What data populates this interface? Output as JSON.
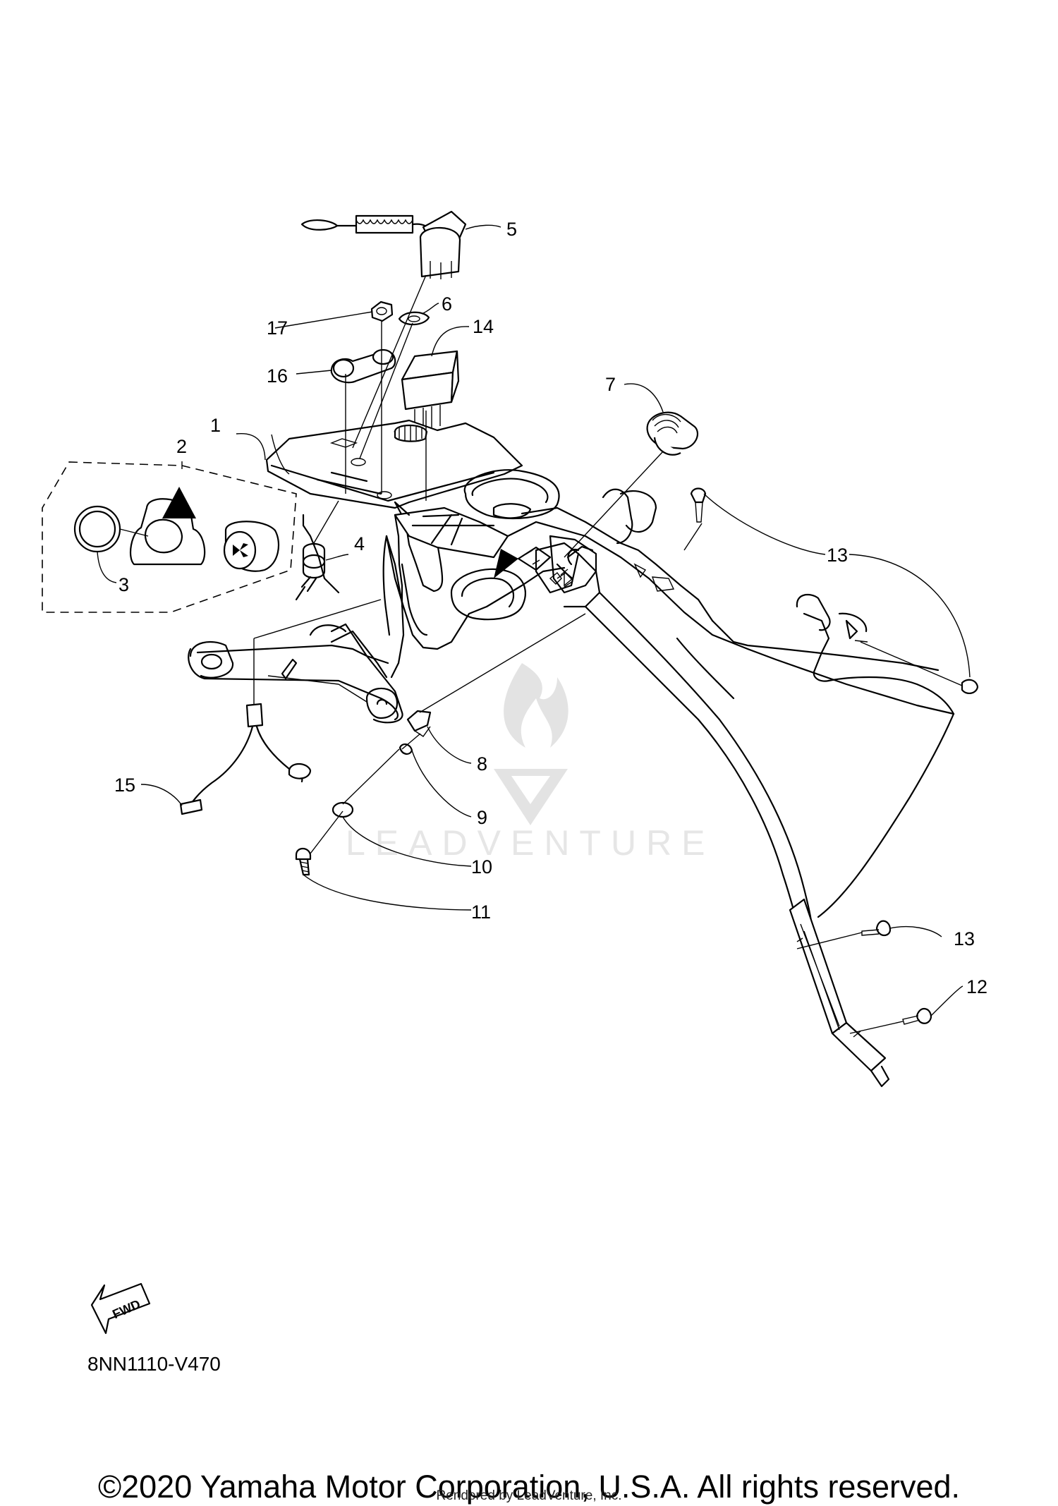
{
  "callouts": [
    {
      "id": "1",
      "label": "1"
    },
    {
      "id": "2",
      "label": "2"
    },
    {
      "id": "3",
      "label": "3"
    },
    {
      "id": "4",
      "label": "4"
    },
    {
      "id": "5",
      "label": "5"
    },
    {
      "id": "6",
      "label": "6"
    },
    {
      "id": "7",
      "label": "7"
    },
    {
      "id": "8",
      "label": "8"
    },
    {
      "id": "9",
      "label": "9"
    },
    {
      "id": "10",
      "label": "10"
    },
    {
      "id": "11",
      "label": "11"
    },
    {
      "id": "12",
      "label": "12"
    },
    {
      "id": "13a",
      "label": "13"
    },
    {
      "id": "13b",
      "label": "13"
    },
    {
      "id": "14",
      "label": "14"
    },
    {
      "id": "15",
      "label": "15"
    },
    {
      "id": "16",
      "label": "16"
    },
    {
      "id": "17",
      "label": "17"
    }
  ],
  "fwd_label": "FWD",
  "watermark": "LEADVENTURE",
  "diagram_code": "8NN1110-V470",
  "copyright": "©2020 Yamaha Motor Corporation, U.S.A. All rights reserved.",
  "rendered_by": "Rendered by LeadVenture, Inc."
}
